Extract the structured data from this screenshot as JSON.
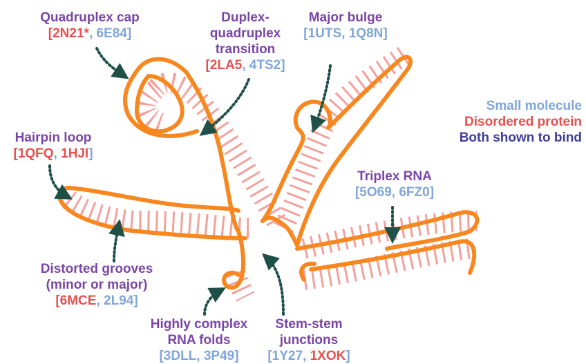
{
  "colors": {
    "small_molecule": "#7ea6d8",
    "disordered_protein": "#e8504f",
    "both": "#3c3c9a",
    "title_purple": "#7a45a8",
    "rna_strand": "#f7871e",
    "base_pairs": "#f4a09c",
    "arrow": "#1e5048"
  },
  "legend": {
    "small_molecule": "Small molecule",
    "disordered_protein": "Disordered protein",
    "both": "Both shown to bind"
  },
  "labels": {
    "quadruplex_cap": {
      "title": "Quadruplex cap",
      "ids": [
        "2N21*",
        "6E84"
      ],
      "id_types": [
        "protein",
        "small"
      ]
    },
    "duplex_transition": {
      "title": [
        "Duplex-",
        "quadruplex",
        "transition"
      ],
      "ids": [
        "2LA5",
        "4TS2"
      ],
      "id_types": [
        "protein",
        "small"
      ]
    },
    "major_bulge": {
      "title": "Major bulge",
      "ids": [
        "1UTS",
        "1Q8N"
      ],
      "id_types": [
        "small",
        "small"
      ]
    },
    "hairpin_loop": {
      "title": "Hairpin loop",
      "ids": [
        "1QFQ",
        "1HJI"
      ],
      "id_types": [
        "protein",
        "protein"
      ]
    },
    "triplex_rna": {
      "title": "Triplex RNA",
      "ids": [
        "5O69",
        "6FZ0"
      ],
      "id_types": [
        "small",
        "small"
      ]
    },
    "distorted_grooves": {
      "title": [
        "Distorted grooves",
        "(minor or major)"
      ],
      "ids": [
        "6MCE",
        "2L94"
      ],
      "id_types": [
        "protein",
        "small"
      ]
    },
    "complex_folds": {
      "title": [
        "Highly complex",
        "RNA folds"
      ],
      "ids": [
        "3DLL",
        "3P49"
      ],
      "id_types": [
        "small",
        "small"
      ]
    },
    "stem_junctions": {
      "title": [
        "Stem-stem",
        "junctions"
      ],
      "ids": [
        "1Y27",
        "1XOK"
      ],
      "id_types": [
        "small",
        "protein"
      ]
    }
  }
}
